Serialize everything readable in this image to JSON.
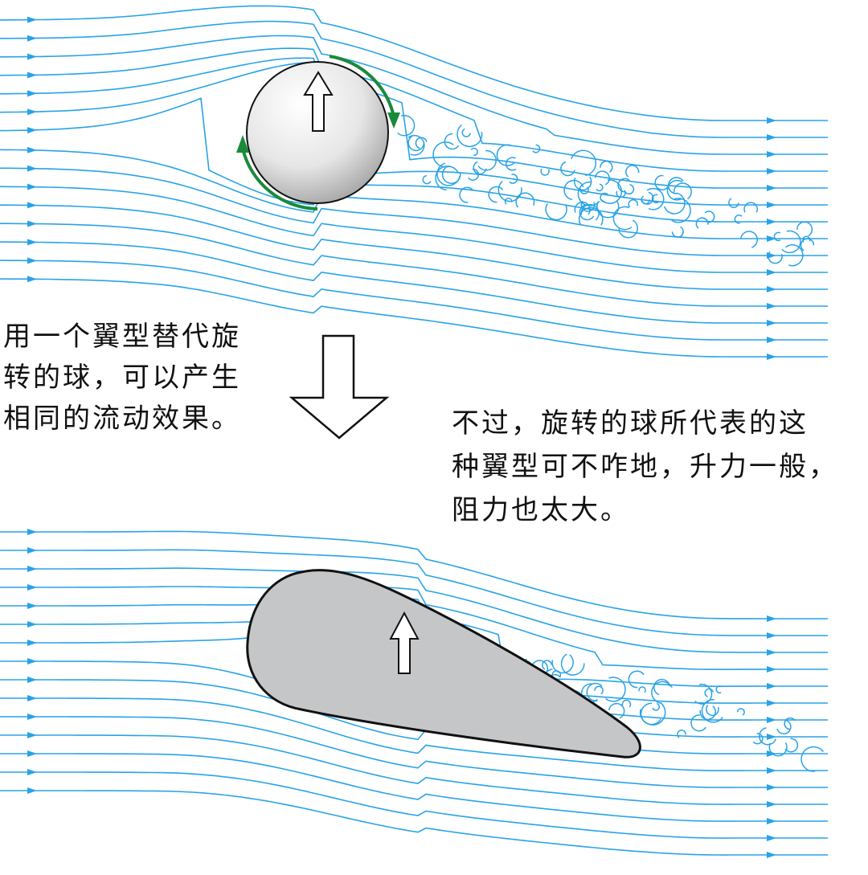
{
  "text_left": [
    "用一个翼型替代旋",
    "转的球，可以产生",
    "相同的流动效果。"
  ],
  "text_right": [
    "不过，旋转的球所代表的这",
    "种翼型可不咋地，升力一般，",
    "阻力也太大。"
  ],
  "colors": {
    "streamline": "#29a3e6",
    "spin_arrow": "#1a8a3a",
    "airfoil": "#c4c6c8",
    "outline": "#111111"
  }
}
